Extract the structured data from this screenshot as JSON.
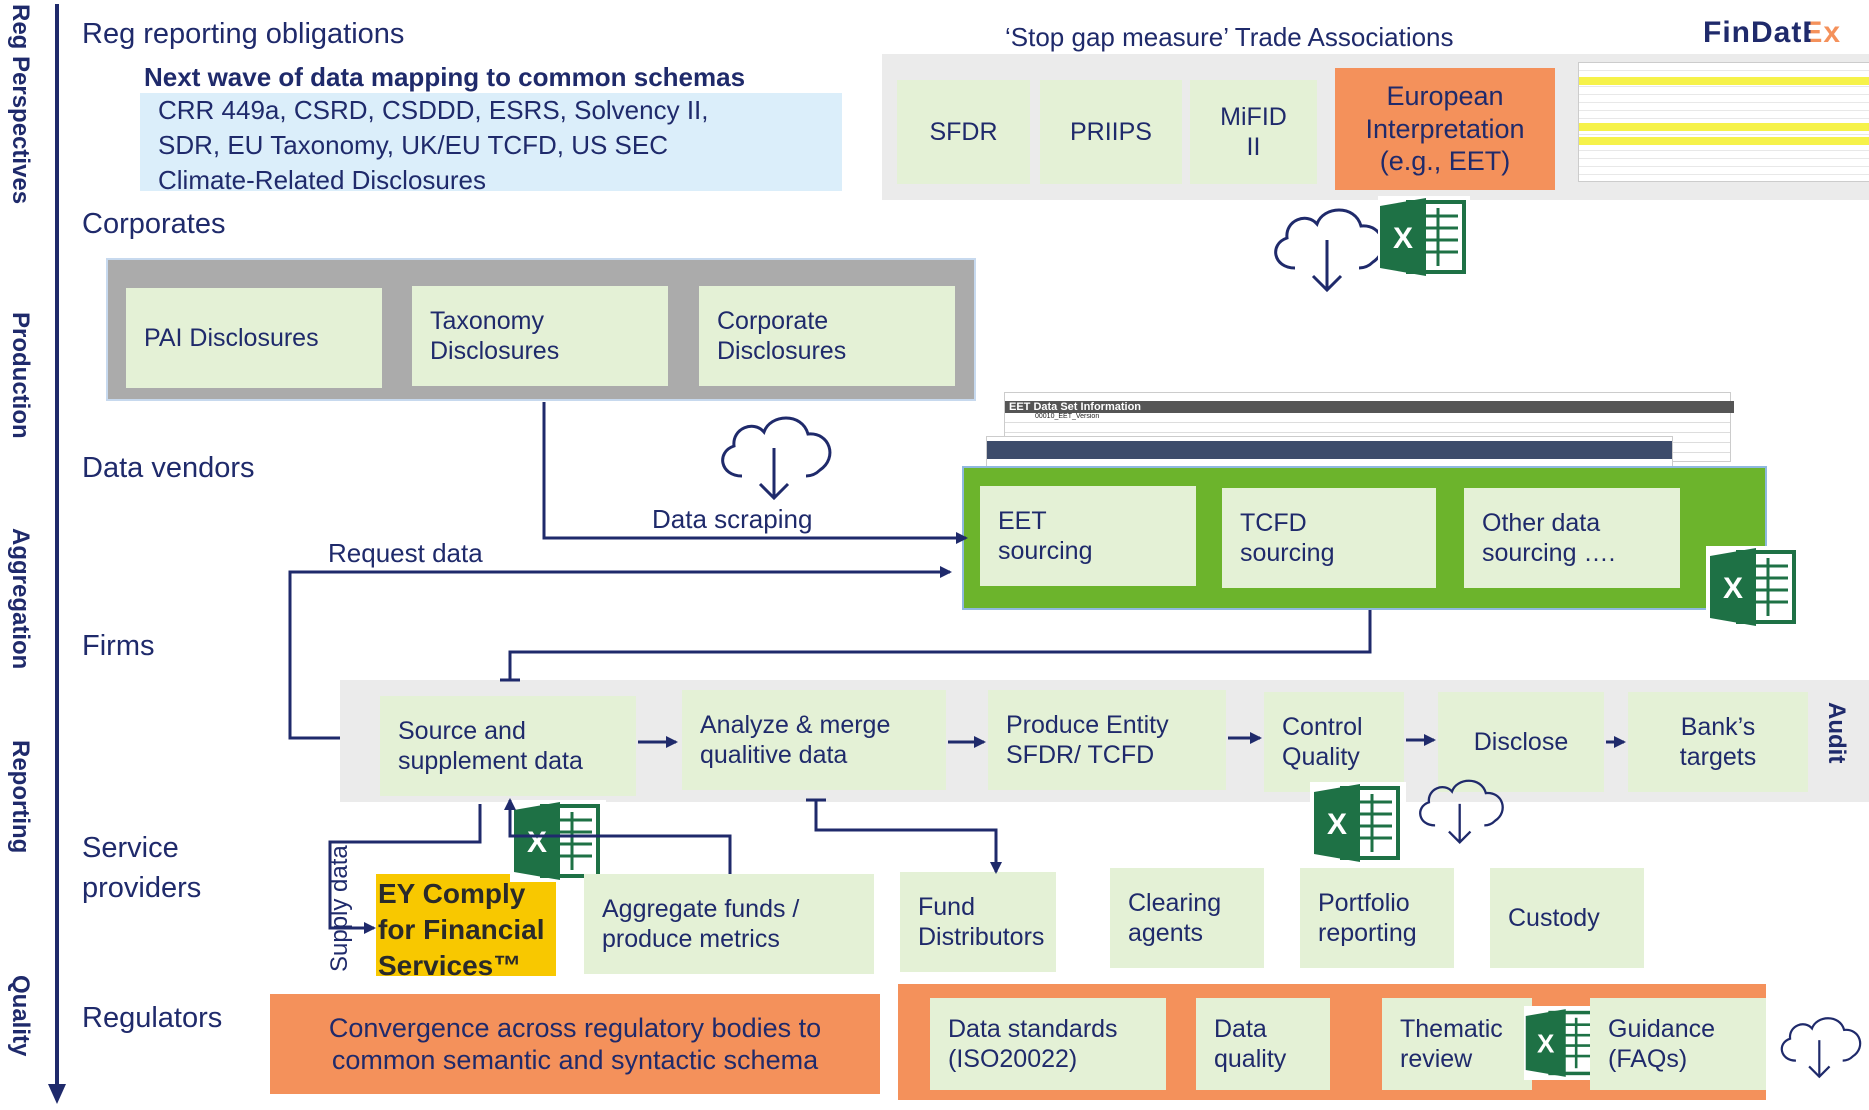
{
  "left_axis": {
    "labels": [
      "Reg Perspectives",
      "Production",
      "Aggregation",
      "Reporting",
      "Quality"
    ]
  },
  "right_axis": {
    "label": "Audit"
  },
  "logo": {
    "text": "FinDatEx"
  },
  "reg": {
    "title": "Reg reporting obligations",
    "next_wave_title": "Next wave of data mapping to common schemas",
    "next_wave_body": "CRR 449a, CSRD, CSDDD, ESRS, Solvency II,\nSDR, EU Taxonomy, UK/EU TCFD, US SEC\nClimate-Related Disclosures"
  },
  "trade": {
    "title": "‘Stop gap measure’ Trade Associations",
    "sfdr": "SFDR",
    "priips": "PRIIPS",
    "mifid": "MiFID\nII",
    "european": "European\nInterpretation\n(e.g., EET)"
  },
  "corporates": {
    "label": "Corporates",
    "pai": "PAI Disclosures",
    "taxonomy": "Taxonomy\nDisclosures",
    "corporate": "Corporate\nDisclosures"
  },
  "vendors": {
    "label": "Data vendors",
    "scraping": "Data scraping",
    "request": "Request data",
    "eet": "EET\nsourcing",
    "tcfd": "TCFD\nsourcing",
    "other": "Other data\nsourcing …."
  },
  "eet_sheet": {
    "header": "EET Data Set Information",
    "row_id": "00010_EET_Version"
  },
  "firms": {
    "label": "Firms",
    "source": "Source and\nsupplement data",
    "analyze": "Analyze & merge\nqualitive data",
    "produce": "Produce Entity\nSFDR/ TCFD",
    "control": "Control\nQuality",
    "disclose": "Disclose",
    "targets": "Bank’s\ntargets"
  },
  "service": {
    "label": "Service\nproviders",
    "supply": "Supply data",
    "ey": "EY Comply\nfor Financial\nServices™",
    "aggregate": "Aggregate funds /\nproduce metrics",
    "fund": "Fund\nDistributors",
    "clearing": "Clearing\nagents",
    "portfolio": "Portfolio\nreporting",
    "custody": "Custody"
  },
  "regulators": {
    "label": "Regulators",
    "convergence": "Convergence across regulatory bodies to\ncommon semantic and syntactic schema",
    "standards": "Data standards\n(ISO20022)",
    "quality": "Data\nquality",
    "thematic": "Thematic\nreview",
    "guidance": "Guidance\n(FAQs)"
  },
  "colors": {
    "navy": "#1f2a6b",
    "light_green": "#e4f1d6",
    "orange": "#f4915b",
    "green": "#6cb42c",
    "grey": "#ebebeb",
    "light_blue": "#dbeefa",
    "yellow": "#f8c800",
    "excel": "#1e7145"
  },
  "icons": [
    "cloud-download-icon",
    "excel-icon",
    "arrow-icon"
  ]
}
